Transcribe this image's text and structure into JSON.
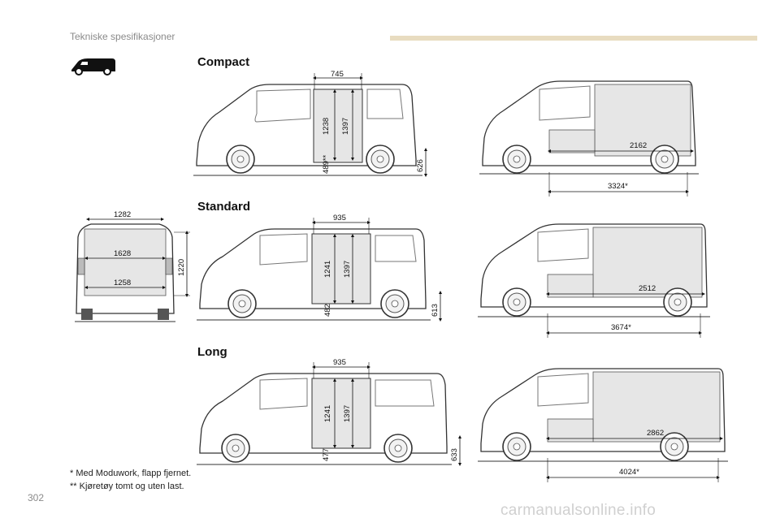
{
  "header": {
    "title": "Tekniske spesifikasjoner",
    "accent_color": "#e8dcc0"
  },
  "sections": {
    "compact": {
      "title": "Compact",
      "cargo_width": "745",
      "height_a": "1238",
      "height_b": "1397",
      "step_height": "489**",
      "floor_height": "626",
      "cargo_length": "2162",
      "total_length": "3324*"
    },
    "standard": {
      "title": "Standard",
      "cargo_width": "935",
      "height_a": "1241",
      "height_b": "1397",
      "step_height": "482",
      "floor_height": "613",
      "cargo_length": "2512",
      "total_length": "3674*"
    },
    "long": {
      "title": "Long",
      "cargo_width": "935",
      "height_a": "1241",
      "height_b": "1397",
      "step_height": "477",
      "floor_height": "633",
      "cargo_length": "2862",
      "total_length": "4024*"
    }
  },
  "rear_view": {
    "top_width": "1282",
    "mid_width": "1628",
    "floor_width": "1258",
    "height": "1220"
  },
  "footnotes": {
    "note1": "* Med Moduwork, flapp fjernet.",
    "note2": "** Kjøretøy tomt og uten last."
  },
  "page_number": "302",
  "watermark": "carmanualsonline.info"
}
